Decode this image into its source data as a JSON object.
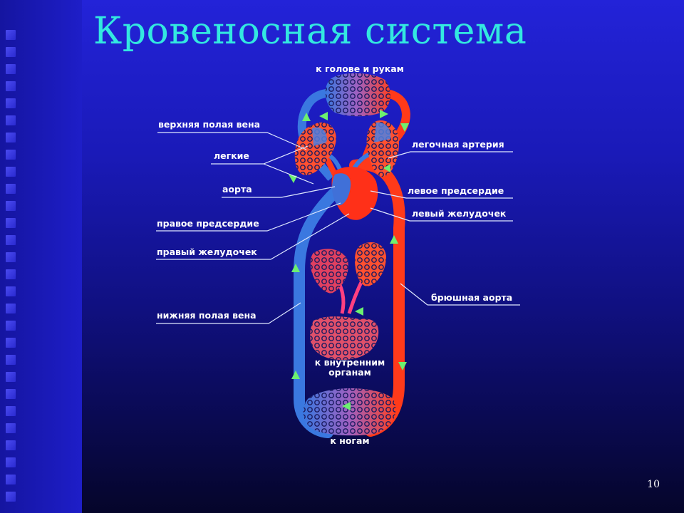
{
  "slide": {
    "title": "Кровеносная система",
    "page_number": "10"
  },
  "diagram": {
    "labels": {
      "head_arms": "к голове и рукам",
      "superior_vena_cava": "верхняя полая вена",
      "lungs": "легкие",
      "aorta": "аорта",
      "right_atrium": "правое предсердие",
      "right_ventricle": "правый желудочек",
      "inferior_vena_cava": "нижняя полая вена",
      "pulmonary_artery": "легочная артерия",
      "left_atrium": "левое предсердие",
      "left_ventricle": "левый желудочек",
      "abdominal_aorta": "брюшная аорта",
      "internal_organs_line1": "к внутренним",
      "internal_organs_line2": "органам",
      "legs": "к ногам"
    },
    "colors": {
      "arterial": "#ff3a1a",
      "venous": "#3a78e0",
      "arrow": "#6cf070",
      "title": "#33e8e0"
    }
  }
}
